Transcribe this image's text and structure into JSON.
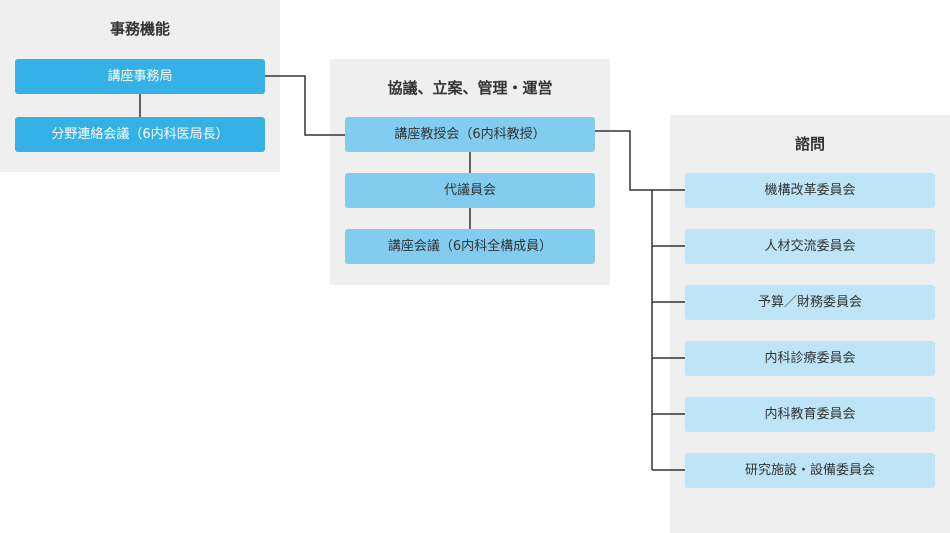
{
  "groups": {
    "admin": {
      "title": "事務機能",
      "items": [
        "講座事務局",
        "分野連絡会議（6内科医局長）"
      ]
    },
    "council": {
      "title": "協議、立案、管理・運営",
      "items": [
        "講座教授会（6内科教授）",
        "代議員会",
        "講座会議（6内科全構成員）"
      ]
    },
    "advisory": {
      "title": "諮問",
      "items": [
        "機構改革委員会",
        "人材交流委員会",
        "予算／財務委員会",
        "内科診療委員会",
        "内科教育委員会",
        "研究施設・設備委員会"
      ]
    }
  },
  "colors": {
    "panel": "#efefef",
    "box_dark": "#36b1e8",
    "box_mid": "#82ccef",
    "box_light": "#bde5f7",
    "connector": "#333333"
  }
}
